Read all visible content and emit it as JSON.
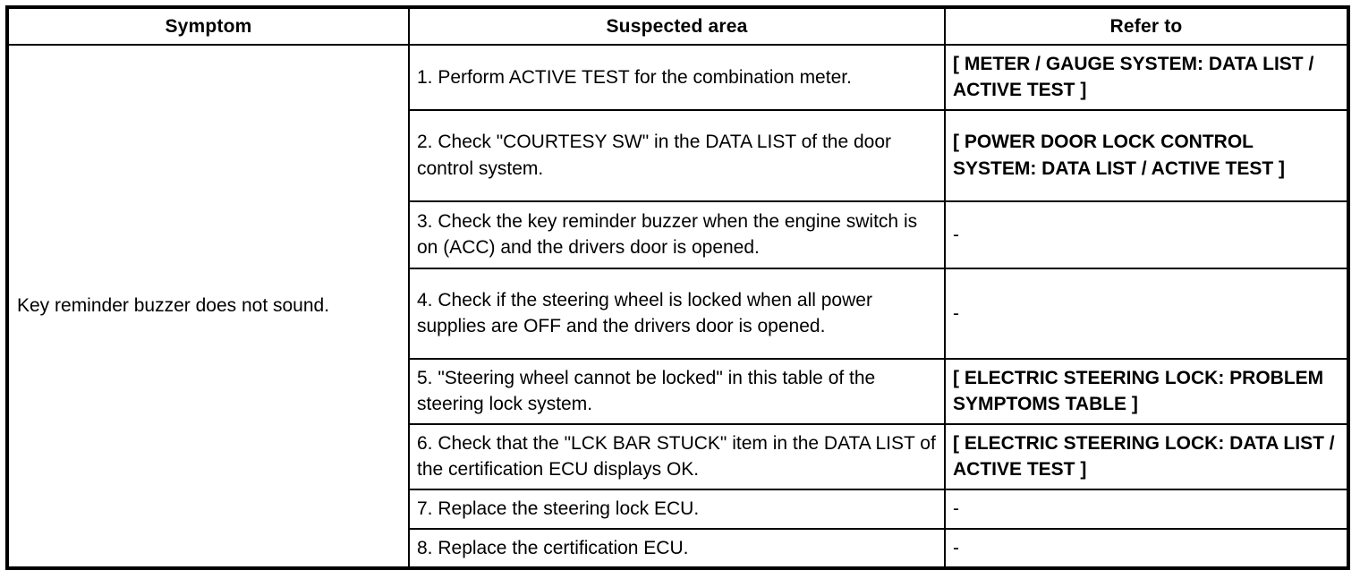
{
  "table": {
    "headers": {
      "symptom": "Symptom",
      "suspected_area": "Suspected area",
      "refer_to": "Refer to"
    },
    "symptom": "Key reminder buzzer does not sound.",
    "rows": [
      {
        "suspected_area": "1. Perform ACTIVE TEST for the combination meter.",
        "refer_to": "[ METER / GAUGE SYSTEM: DATA LIST / ACTIVE TEST ]"
      },
      {
        "suspected_area": "2. Check \"COURTESY SW\" in the DATA LIST of the door control system.",
        "refer_to": "[ POWER DOOR LOCK CONTROL SYSTEM: DATA LIST / ACTIVE TEST ]"
      },
      {
        "suspected_area": "3. Check the key reminder buzzer when the engine switch is on (ACC) and the drivers door is opened.",
        "refer_to": "-"
      },
      {
        "suspected_area": "4. Check if the steering wheel is locked when all power supplies are OFF and the drivers door is opened.",
        "refer_to": "-"
      },
      {
        "suspected_area": "5. \"Steering wheel cannot be locked\" in this table of the steering lock system.",
        "refer_to": "[ ELECTRIC STEERING LOCK: PROBLEM SYMPTOMS TABLE ]"
      },
      {
        "suspected_area": "6. Check that the \"LCK BAR STUCK\" item in the DATA LIST of the certification ECU displays OK.",
        "refer_to": "[ ELECTRIC STEERING LOCK: DATA LIST / ACTIVE TEST ]"
      },
      {
        "suspected_area": "7. Replace the steering lock ECU.",
        "refer_to": "-"
      },
      {
        "suspected_area": "8. Replace the certification ECU.",
        "refer_to": "-"
      }
    ]
  }
}
